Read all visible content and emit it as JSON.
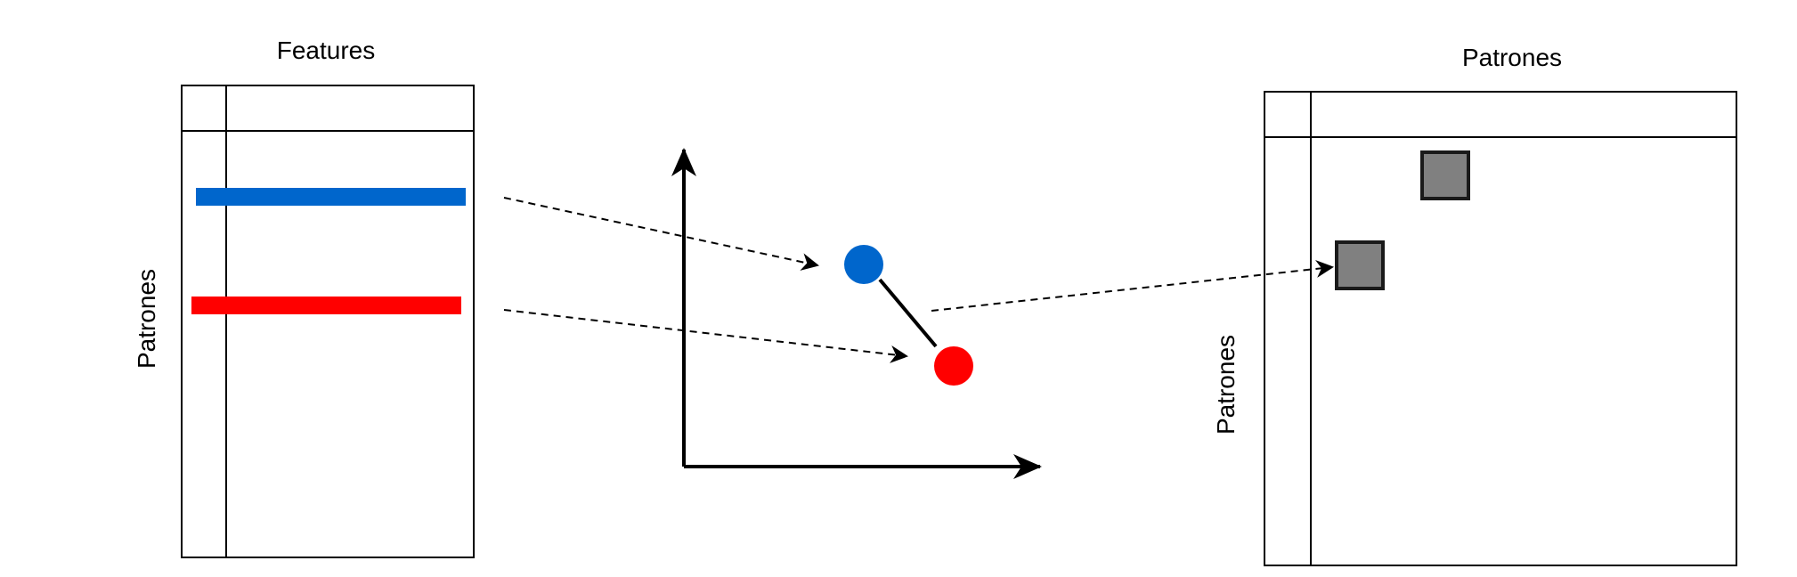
{
  "left_matrix": {
    "column_label": "Features",
    "row_label": "Patrones",
    "highlighted_rows": [
      {
        "name": "blue-row",
        "color": "#0066CC"
      },
      {
        "name": "red-row",
        "color": "#FF0000"
      }
    ]
  },
  "scatter": {
    "points": [
      {
        "name": "blue-point",
        "color": "#0066CC"
      },
      {
        "name": "red-point",
        "color": "#FF0000"
      }
    ]
  },
  "right_matrix": {
    "column_label": "Patrones",
    "row_label": "Patrones",
    "cell_color": "#808080"
  },
  "colors": {
    "line": "#000000",
    "blue": "#0066CC",
    "red": "#FF0000",
    "gray": "#808080"
  }
}
